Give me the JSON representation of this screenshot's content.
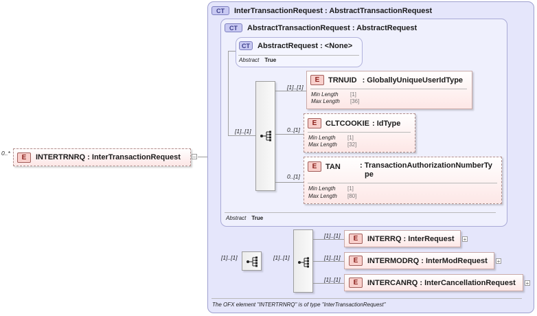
{
  "root": {
    "multiplicity": "0..*",
    "badge": "E",
    "title": "INTERTRNRQ : InterTransactionRequest",
    "expander": "–"
  },
  "outer_ct": {
    "badge": "CT",
    "title": "InterTransactionRequest : AbstractTransactionRequest",
    "footer": "The OFX element \"INTERTRNRQ\" is of type \"InterTransactionRequest\""
  },
  "middle_ct": {
    "badge": "CT",
    "title": "AbstractTransactionRequest : AbstractRequest",
    "abstract_label": "Abstract",
    "abstract_value": "True"
  },
  "inner_ct": {
    "badge": "CT",
    "title": "AbstractRequest : <None>",
    "abstract_label": "Abstract",
    "abstract_value": "True"
  },
  "sequence1": {
    "multiplicity": "[1]..[1]"
  },
  "elements1": [
    {
      "multiplicity": "[1]..[1]",
      "badge": "E",
      "name": "TRNUID",
      "type": ": GloballyUniqueUserIdType",
      "facets": [
        {
          "label": "Min Length",
          "value": "[1]"
        },
        {
          "label": "Max Length",
          "value": "[36]"
        }
      ]
    },
    {
      "multiplicity": "0..[1]",
      "badge": "E",
      "name": "CLTCOOKIE",
      "type": ": IdType",
      "facets": [
        {
          "label": "Min Length",
          "value": "[1]"
        },
        {
          "label": "Max Length",
          "value": "[32]"
        }
      ]
    },
    {
      "multiplicity": "0..[1]",
      "badge": "E",
      "name": "TAN",
      "type": ": TransactionAuthorizationNumberTy",
      "type2": "pe",
      "facets": [
        {
          "label": "Min Length",
          "value": "[1]"
        },
        {
          "label": "Max Length",
          "value": "[80]"
        }
      ]
    }
  ],
  "sequence2": {
    "multiplicity": "[1]..[1]",
    "choice_multiplicity": "[1]..[1]"
  },
  "elements2": [
    {
      "multiplicity": "[1]..[1]",
      "badge": "E",
      "title": "INTERRQ : InterRequest",
      "expander": "+"
    },
    {
      "multiplicity": "[1]..[1]",
      "badge": "E",
      "title": "INTERMODRQ : InterModRequest",
      "expander": "+"
    },
    {
      "multiplicity": "[1]..[1]",
      "badge": "E",
      "title": "INTERCANRQ : InterCancellationRequest",
      "expander": "+"
    }
  ],
  "colors": {
    "ct_fill": "#e5e6fb",
    "element_fill": "#fde7e6",
    "element_badge": "#f8cfcb"
  }
}
